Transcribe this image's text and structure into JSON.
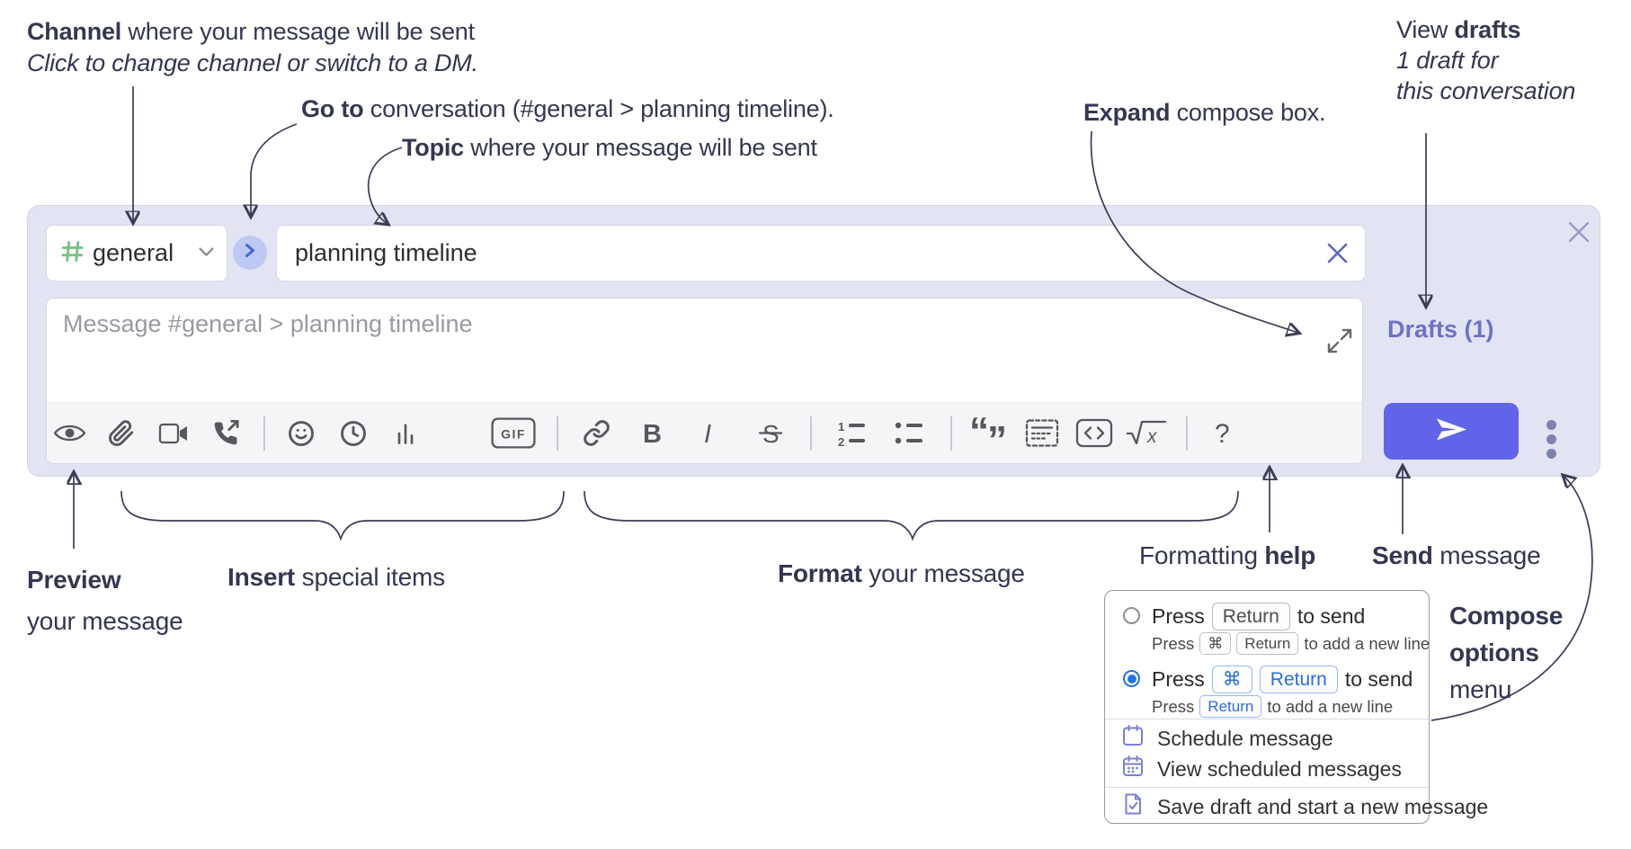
{
  "annotations": {
    "channel_line1_bold": "Channel",
    "channel_line1_rest": " where your message will be sent",
    "channel_line2": "Click to change channel or switch to a DM.",
    "goto_bold": "Go to",
    "goto_rest": " conversation (#general > planning timeline).",
    "topic_bold": "Topic",
    "topic_rest": " where your message will be sent",
    "expand_bold": "Expand",
    "expand_rest": " compose box.",
    "drafts_line1_regular": "View ",
    "drafts_line1_bold": "drafts",
    "drafts_line2": "1 draft for",
    "drafts_line3": "this conversation",
    "preview_bold": "Preview",
    "preview_line2": "your message",
    "insert_bold": "Insert",
    "insert_rest": " special items",
    "format_bold": "Format",
    "format_rest": " your message",
    "help_regular": "Formatting ",
    "help_bold": "help",
    "send_bold": "Send",
    "send_rest": " message",
    "compose_options_line1": "Compose",
    "compose_options_line2": "options",
    "compose_options_line3": "menu"
  },
  "compose": {
    "channel_name": "general",
    "topic_value": "planning timeline",
    "message_placeholder": "Message #general > planning timeline",
    "drafts_link": "Drafts (1)",
    "gif_label": "GIF",
    "bold_label": "B",
    "italic_label": "I",
    "strike_label": "S",
    "quote_open": "“",
    "quote_close": "”",
    "ol_1": "1",
    "ol_2": "2",
    "math_x": "x",
    "help_label": "?",
    "toolbar_icon_names": [
      "preview-eye",
      "attach-file",
      "video-call",
      "voice-call",
      "divider",
      "emoji",
      "time",
      "poll",
      "gif",
      "divider",
      "link",
      "bold",
      "italic",
      "strikethrough",
      "divider",
      "numbered-list",
      "bulleted-list",
      "divider",
      "quote",
      "spoiler",
      "code",
      "math",
      "divider",
      "help"
    ]
  },
  "popup": {
    "option1": {
      "press": "Press",
      "key_return": "Return",
      "to_send": "to send",
      "sub_press": "Press",
      "sub_key_cmd": "⌘",
      "sub_key_return": "Return",
      "sub_rest": "to add a new line"
    },
    "option2": {
      "press": "Press",
      "key_cmd": "⌘",
      "key_return": "Return",
      "to_send": "to send",
      "sub_press": "Press",
      "sub_key_return": "Return",
      "sub_rest": "to add a new line"
    },
    "menu_items": [
      "Schedule message",
      "View scheduled messages",
      "Save draft and start a new message"
    ]
  },
  "colors": {
    "compose_bg": "#e2e4f3",
    "send_button": "#6064e8",
    "hash_green": "#74c585",
    "go_circle_bg": "#bcc9f2",
    "go_chevron": "#4166d5",
    "drafts_link": "#6d72c4",
    "close_x": "#9497cd",
    "topic_clear_x": "#5d67b8",
    "radio_selected": "#2273e6",
    "kbd_blue_text": "#2b6cdf",
    "menu_icon_purple": "#7b80d2",
    "annotation_text": "#343751"
  }
}
